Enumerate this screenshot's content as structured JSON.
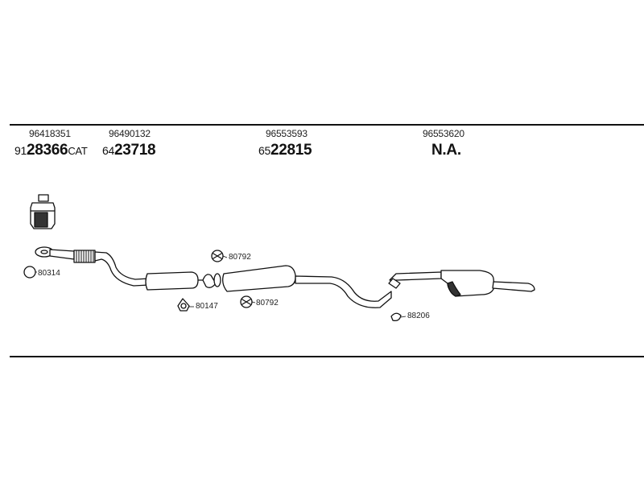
{
  "columns": [
    {
      "oe_number": "96418351",
      "part_prefix": "91",
      "part_main": "28366",
      "part_suffix": "CAT"
    },
    {
      "oe_number": "96490132",
      "part_prefix": "64",
      "part_main": "23718",
      "part_suffix": ""
    },
    {
      "oe_number": "96553593",
      "part_prefix": "65",
      "part_main": "22815",
      "part_suffix": ""
    },
    {
      "oe_number": "96553620",
      "part_prefix": "",
      "part_main": "N.A.",
      "part_suffix": ""
    }
  ],
  "callouts": {
    "ring_left": "80314",
    "clamp_top": "80792",
    "gasket": "80147",
    "clamp_bottom": "80792",
    "hanger": "88206"
  },
  "colors": {
    "line": "#111111",
    "fill": "#ffffff"
  }
}
